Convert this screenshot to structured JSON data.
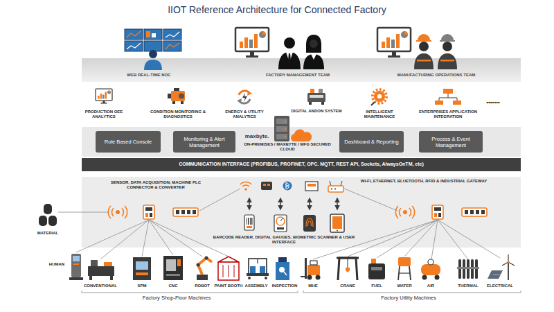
{
  "diagram": {
    "title": "IIOT Reference Architecture for Connected Factory",
    "nodes": [
      {
        "text": [
          "WEB REAL-TIME NOC",
          "FACTORY MANAGEMENT TEAM",
          "MANUFACTURING OPERATIONS TEAM"
        ]
      },
      {
        "text": [
          "maxbyte.",
          "ON-PREMISES / MAXBYTE / MFG SECURED CLOUD"
        ]
      },
      {
        "text": [
          "Role Based Console"
        ],
        "in": 1
      },
      {
        "text": [
          "Monitoring & Alert Management"
        ],
        "in": 1
      },
      {
        "text": [
          "Dashboard & Reporting"
        ],
        "in": 1
      },
      {
        "text": [
          "Process & Event Management"
        ],
        "in": 1
      },
      {
        "text": [
          "COMMUNICATION INTERFACE (PROFIBUS, PROFINET, OPC. MQTT, REST API, Sockets, AlwaysOnTM, etc)"
        ]
      },
      {
        "text": [
          "SENSOR, DATA ACQUISITION, MACHINE PLC CONNECTOR & CONVERTER",
          "WI-FI, ETHERNET, BLUETOOTH, RFID & INDUSTRIAL GATEWAY",
          "BARCODE READER, DIGITAL GAUGES, BIOMETRIC SCANNER & USER INTERFACE"
        ]
      }
    ],
    "labels": [
      "PRODUCTION OEE ANALYTICS",
      "CONDITION MONITORING & DIAGNOSTICS",
      "ENERGY & UTILITY ANALYTICS",
      "DIGITAL ANDON SYSTEM",
      "INTELLIGENT MAINTENANCE",
      "ENTERPRISES APPLICATION INTEGRATION",
      "•••••••",
      "MATERIAL",
      "HUMAN",
      "CONVENTIONAL",
      "SPM",
      "CNC",
      "ROBOT",
      "PAINT BOOTH",
      "ASSEMBLY",
      "INSPECTION",
      "MHE",
      "CRANE",
      "FUEL",
      "WATER",
      "AIR",
      "THERMAL",
      "ELECTRICAL",
      "Factory Shop-Floor Machines",
      "Factory Utility Machines"
    ]
  }
}
